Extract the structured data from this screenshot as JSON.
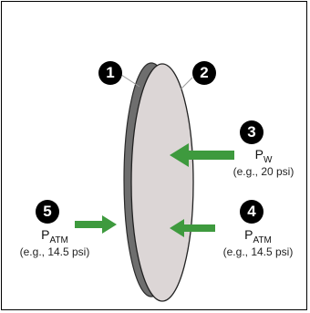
{
  "callouts": [
    {
      "number": "1"
    },
    {
      "number": "2"
    },
    {
      "number": "3",
      "symbol": "P",
      "subscript": "W",
      "example": "(e.g., 20 psi)"
    },
    {
      "number": "4",
      "symbol": "P",
      "subscript": "ATM",
      "example": "(e.g., 14.5 psi)"
    },
    {
      "number": "5",
      "symbol": "P",
      "subscript": "ATM",
      "example": "(e.g., 14.5 psi)"
    }
  ],
  "colors": {
    "disk_face": "#dcd6d6",
    "disk_edge": "#6e6e6e",
    "arrow": "#3e9a3e",
    "badge": "#000000"
  }
}
